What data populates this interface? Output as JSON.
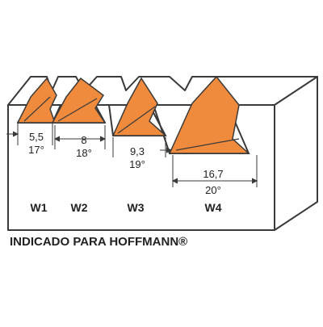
{
  "colors": {
    "accent": "#f08a3c",
    "outline": "#3a3a3a",
    "background": "#ffffff",
    "text": "#222222"
  },
  "slots": [
    {
      "id": "W1",
      "label": "W1",
      "width": "5,5",
      "angle": "17°"
    },
    {
      "id": "W2",
      "label": "W2",
      "width": "8",
      "angle": "18°"
    },
    {
      "id": "W3",
      "label": "W3",
      "width": "9,3",
      "angle": "19°"
    },
    {
      "id": "W4",
      "label": "W4",
      "width": "16,7",
      "angle": "20°"
    }
  ],
  "caption": "INDICADO PARA HOFFMANN®"
}
